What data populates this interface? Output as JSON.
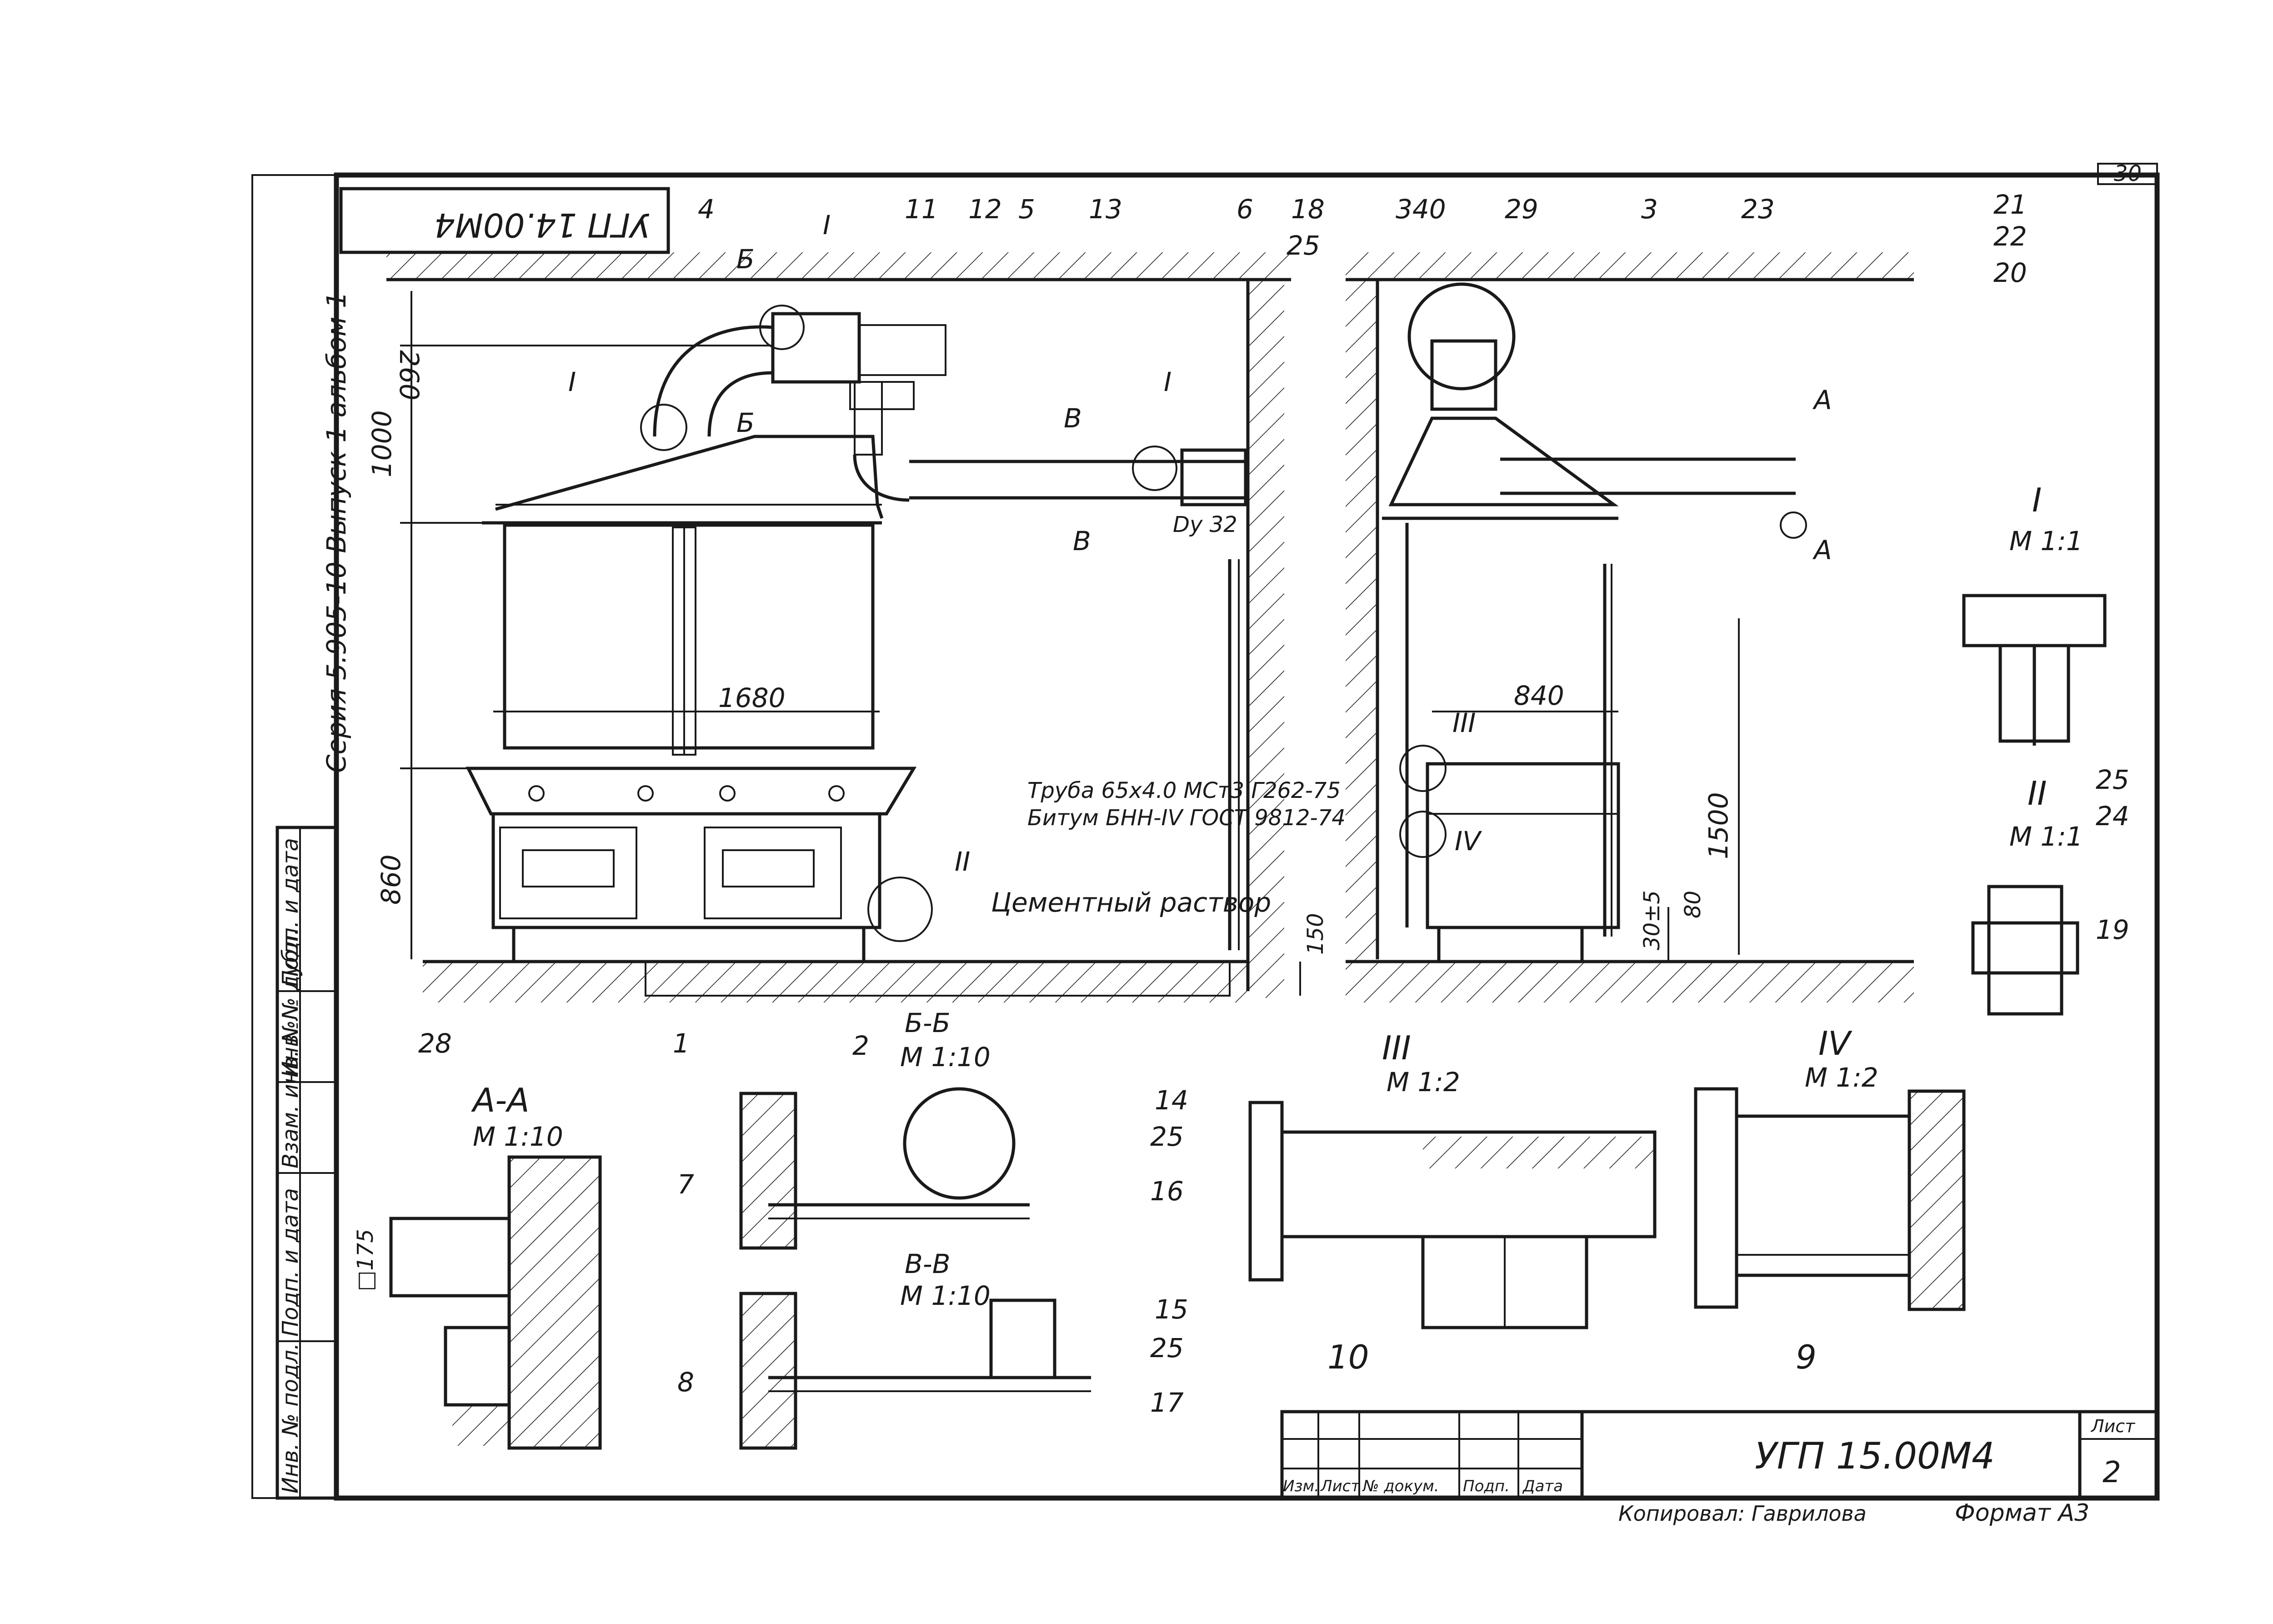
{
  "sheet": {
    "corner_number": "30",
    "stamp_top_left": "УГП 14.00М4",
    "series_note": "Серия 5.905-10    Выпуск 1 альбом 1",
    "designation": "УГП 15.00М4",
    "sheet_label": "Лист",
    "sheet_number": "2",
    "copied_by": "Копировал: Гаврилова",
    "format": "Формат А3",
    "title_cols": [
      "Изм.",
      "Лист",
      "№ докум.",
      "Подп.",
      "Дата"
    ],
    "side_cols": [
      "Инв. № подл.",
      "Подп. и дата",
      "Взам. инв. №",
      "Инв. № дубл.",
      "Подп. и дата"
    ]
  },
  "front_view": {
    "callouts": [
      "4",
      "Б",
      "I",
      "11",
      "12",
      "5",
      "13",
      "6",
      "18",
      "25",
      "Б",
      "I",
      "В",
      "В",
      "I",
      "II",
      "28",
      "1",
      "2"
    ],
    "dims": {
      "d260": "260",
      "d1000": "1000",
      "d1680": "1680",
      "d860": "860",
      "d150": "150",
      "dy32": "Dу 32"
    },
    "notes": {
      "pipe": "Труба 65х4.0 МСт3 Г262-75",
      "bitumen": "Битум БНН-IV ГОСТ 9812-74",
      "cement": "Цементный раствор"
    }
  },
  "side_view": {
    "callouts": [
      "340",
      "29",
      "3",
      "23",
      "21",
      "22",
      "20",
      "А",
      "А",
      "III",
      "IV"
    ],
    "dims": {
      "d840": "840",
      "d1500": "1500",
      "d30": "30±5",
      "d80": "80"
    }
  },
  "detail_I": {
    "title": "I",
    "scale": "М 1:1",
    "callouts": [
      "25",
      "24"
    ]
  },
  "detail_II": {
    "title": "II",
    "scale": "М 1:1",
    "callouts": [
      "19"
    ]
  },
  "section_AA": {
    "title": "А-А",
    "scale": "М 1:10",
    "callouts": [
      "7",
      "8"
    ],
    "dim": "□175"
  },
  "section_BB": {
    "title": "Б-Б",
    "scale": "М 1:10",
    "callouts": [
      "14",
      "25",
      "16"
    ]
  },
  "section_VV": {
    "title": "В-В",
    "scale": "М 1:10",
    "callouts": [
      "15",
      "25",
      "17"
    ]
  },
  "detail_III": {
    "title": "III",
    "scale": "М 1:2",
    "callouts": [
      "10"
    ]
  },
  "detail_IV": {
    "title": "IV",
    "scale": "М 1:2",
    "callouts": [
      "9"
    ]
  }
}
